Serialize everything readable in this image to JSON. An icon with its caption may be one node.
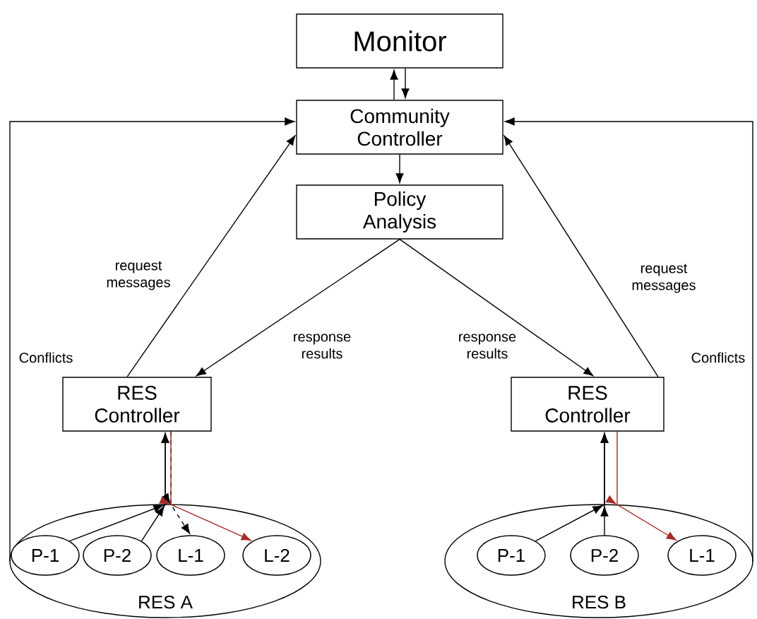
{
  "diagram": {
    "nodes": [
      {
        "text": [
          "Monitor"
        ]
      },
      {
        "text": [
          "Community Controller"
        ]
      },
      {
        "text": [
          "Policy Analysis"
        ]
      },
      {
        "text": [
          "RES Controller"
        ]
      },
      {
        "text": [
          "RES A"
        ]
      },
      {
        "text": [
          "P-1"
        ],
        "in": 4
      },
      {
        "text": [
          "P-2"
        ],
        "in": 4
      },
      {
        "text": [
          "L-1"
        ],
        "in": 4
      },
      {
        "text": [
          "L-2"
        ],
        "in": 4
      },
      {
        "text": [
          "RES Controller"
        ]
      },
      {
        "text": [
          "RES B"
        ]
      },
      {
        "text": [
          "P-1"
        ],
        "in": 10
      },
      {
        "text": [
          "P-2"
        ],
        "in": 10
      },
      {
        "text": [
          "L-1"
        ],
        "in": 10
      }
    ],
    "edges": [
      {
        "from": 1,
        "to": 0,
        "arrow": "to"
      },
      {
        "from": 0,
        "to": 1,
        "arrow": "to"
      },
      {
        "from": 1,
        "to": 2,
        "arrow": "to"
      },
      {
        "from": 2,
        "to": 3,
        "arrow": "to",
        "label": "response results"
      },
      {
        "from": 2,
        "to": 9,
        "arrow": "to",
        "label": "response results"
      },
      {
        "from": 3,
        "to": 1,
        "arrow": "to",
        "label": "request messages"
      },
      {
        "from": 9,
        "to": 1,
        "arrow": "to",
        "label": "request messages"
      },
      {
        "from": 4,
        "to": 1,
        "arrow": "to",
        "label": "Conflicts"
      },
      {
        "from": 10,
        "to": 1,
        "arrow": "to",
        "label": "Conflicts"
      },
      {
        "from": 5,
        "to": 3,
        "arrow": "to"
      },
      {
        "from": 6,
        "to": 3,
        "arrow": "to"
      },
      {
        "from": 3,
        "to": 7,
        "arrow": "to",
        "style": "dashed"
      },
      {
        "from": 3,
        "to": 8,
        "arrow": "to",
        "color": "#a52a2a"
      },
      {
        "from": 11,
        "to": 9,
        "arrow": "to"
      },
      {
        "from": 12,
        "to": 9,
        "arrow": "to"
      },
      {
        "from": 9,
        "to": 13,
        "arrow": "to",
        "color": "#a52a2a"
      }
    ]
  }
}
